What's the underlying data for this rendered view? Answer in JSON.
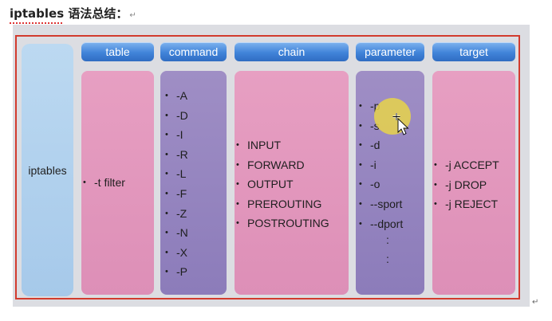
{
  "heading": {
    "title": "iptables 语法总结：",
    "return_mark": "↵"
  },
  "diagram": {
    "left_label": "iptables",
    "columns": [
      {
        "header": "table",
        "items": [
          "-t  filter"
        ]
      },
      {
        "header": "command",
        "items": [
          "-A",
          "-D",
          "-I",
          "-R",
          "-L",
          "-F",
          "-Z",
          "-N",
          "-X",
          "-P"
        ]
      },
      {
        "header": "chain",
        "items": [
          "INPUT",
          "FORWARD",
          "OUTPUT",
          "PREROUTING",
          "POSTROUTING"
        ]
      },
      {
        "header": "parameter",
        "items": [
          "-p",
          "-s",
          "-d",
          "-i",
          "-o",
          "--sport",
          "--dport"
        ],
        "ellipsis": ":"
      },
      {
        "header": "target",
        "items": [
          "-j  ACCEPT",
          "-j  DROP",
          "-j  REJECT"
        ]
      }
    ]
  },
  "colors": {
    "frame": "#d23b2e",
    "header_blue": "#4184d9",
    "pink": "#e79fc2",
    "purple": "#8c7cba",
    "highlight": "#e8d44a"
  },
  "icons": {
    "pointer": "move-cursor-icon"
  }
}
